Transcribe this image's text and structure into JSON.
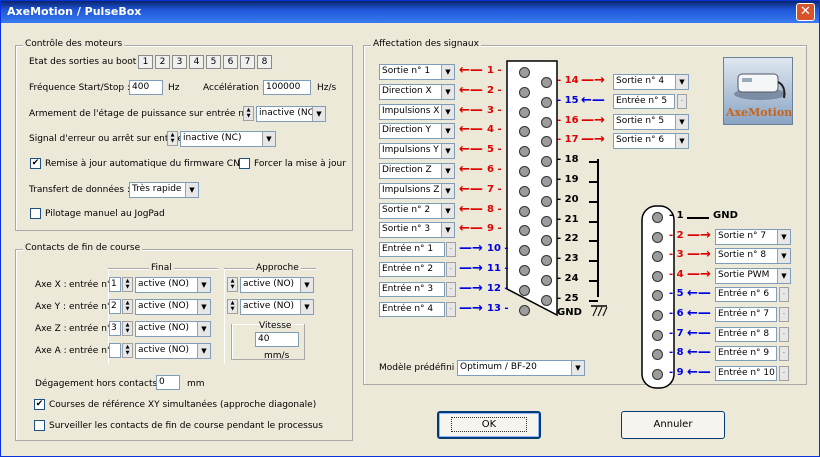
{
  "window": {
    "title": "AxeMotion / PulseBox"
  },
  "motors": {
    "group_label": "Contrôle des moteurs",
    "boot_label": "Etat des sorties au boot :",
    "boot_bits": [
      "1",
      "2",
      "3",
      "4",
      "5",
      "6",
      "7",
      "8"
    ],
    "freq_label": "Fréquence Start/Stop :",
    "freq_value": "400",
    "freq_unit": "Hz",
    "accel_label": "Accélération :",
    "accel_value": "100000",
    "accel_unit": "Hz/s",
    "arm_label": "Armement de l'étage de puissance sur entrée n°",
    "arm_value": "inactive (NC)",
    "err_label": "Signal d'erreur ou arrêt sur entrée n°",
    "err_value": "inactive (NC)",
    "firmware_label": "Remise à jour automatique du firmware CNC",
    "firmware_checked": true,
    "force_label": "Forcer la mise à jour",
    "force_checked": false,
    "transfer_label": "Transfert de données :",
    "transfer_value": "Très rapide",
    "jogpad_label": "Pilotage manuel au JogPad",
    "jogpad_checked": false
  },
  "limits": {
    "group_label": "Contacts de fin de course",
    "final_label": "Final",
    "approach_label": "Approche",
    "entry_text": "entrée n°",
    "axes": [
      {
        "label": "Axe X :",
        "num": "1",
        "final": "active (NO)",
        "approach": "active (NO)"
      },
      {
        "label": "Axe Y :",
        "num": "2",
        "final": "active (NO)",
        "approach": "active (NO)"
      },
      {
        "label": "Axe Z :",
        "num": "3",
        "final": "active (NO)"
      },
      {
        "label": "Axe A :",
        "num": "",
        "final": "active (NO)"
      }
    ],
    "speed_label": "Vitesse",
    "speed_value": "40",
    "speed_unit": "mm/s",
    "clear_label": "Dégagement hors contacts :",
    "clear_value": "0",
    "clear_unit": "mm",
    "xy_label": "Courses de référence XY simultanées (approche diagonale)",
    "xy_checked": true,
    "watch_label": "Surveiller les contacts de fin de course pendant le processus",
    "watch_checked": false
  },
  "signals": {
    "group_label": "Affectation des signaux",
    "left": [
      {
        "value": "Sortie n° 1",
        "pin": "1",
        "dir": "out"
      },
      {
        "value": "Direction X",
        "pin": "2",
        "dir": "out"
      },
      {
        "value": "Impulsions X",
        "pin": "3",
        "dir": "out"
      },
      {
        "value": "Direction Y",
        "pin": "4",
        "dir": "out"
      },
      {
        "value": "Impulsions Y",
        "pin": "5",
        "dir": "out"
      },
      {
        "value": "Direction Z",
        "pin": "6",
        "dir": "out"
      },
      {
        "value": "Impulsions Z",
        "pin": "7",
        "dir": "out"
      },
      {
        "value": "Sortie n° 2",
        "pin": "8",
        "dir": "out"
      },
      {
        "value": "Sortie n° 3",
        "pin": "9",
        "dir": "out"
      },
      {
        "value": "Entrée n° 1",
        "pin": "10",
        "dir": "in"
      },
      {
        "value": "Entrée n° 2",
        "pin": "11",
        "dir": "in"
      },
      {
        "value": "Entrée n° 3",
        "pin": "12",
        "dir": "in"
      },
      {
        "value": "Entrée n° 4",
        "pin": "13",
        "dir": "in"
      }
    ],
    "right": [
      {
        "value": "Sortie n° 4",
        "pin": "14",
        "dir": "out"
      },
      {
        "value": "Entrée n° 5",
        "pin": "15",
        "dir": "in"
      },
      {
        "value": "Sortie n° 5",
        "pin": "16",
        "dir": "out"
      },
      {
        "value": "Sortie n° 6",
        "pin": "17",
        "dir": "out"
      },
      {
        "pin": "18",
        "dir": "gnd"
      },
      {
        "pin": "19",
        "dir": "gnd"
      },
      {
        "pin": "20",
        "dir": "gnd"
      },
      {
        "pin": "21",
        "dir": "gnd"
      },
      {
        "pin": "22",
        "dir": "gnd"
      },
      {
        "pin": "23",
        "dir": "gnd"
      },
      {
        "pin": "24",
        "dir": "gnd"
      },
      {
        "pin": "25",
        "dir": "gnd"
      }
    ],
    "gnd_label": "GND",
    "db9": [
      {
        "pin": "1",
        "dir": "gnd"
      },
      {
        "value": "Sortie n° 7",
        "pin": "2",
        "dir": "out"
      },
      {
        "value": "Sortie n° 8",
        "pin": "3",
        "dir": "out"
      },
      {
        "value": "Sortie PWM",
        "pin": "4",
        "dir": "out"
      },
      {
        "value": "Entrée n° 6",
        "pin": "5",
        "dir": "in"
      },
      {
        "value": "Entrée n° 7",
        "pin": "6",
        "dir": "in"
      },
      {
        "value": "Entrée n° 8",
        "pin": "7",
        "dir": "in"
      },
      {
        "value": "Entrée n° 9",
        "pin": "8",
        "dir": "in"
      },
      {
        "value": "Entrée n° 10",
        "pin": "9",
        "dir": "in"
      }
    ],
    "logo_text": "AxeMotion",
    "model_label": "Modèle prédéfini :",
    "model_value": "Optimum / BF-20"
  },
  "buttons": {
    "ok": "OK",
    "cancel": "Annuler"
  },
  "colors": {
    "out": "#e00000",
    "in": "#0000e0",
    "gnd": "#000000"
  }
}
